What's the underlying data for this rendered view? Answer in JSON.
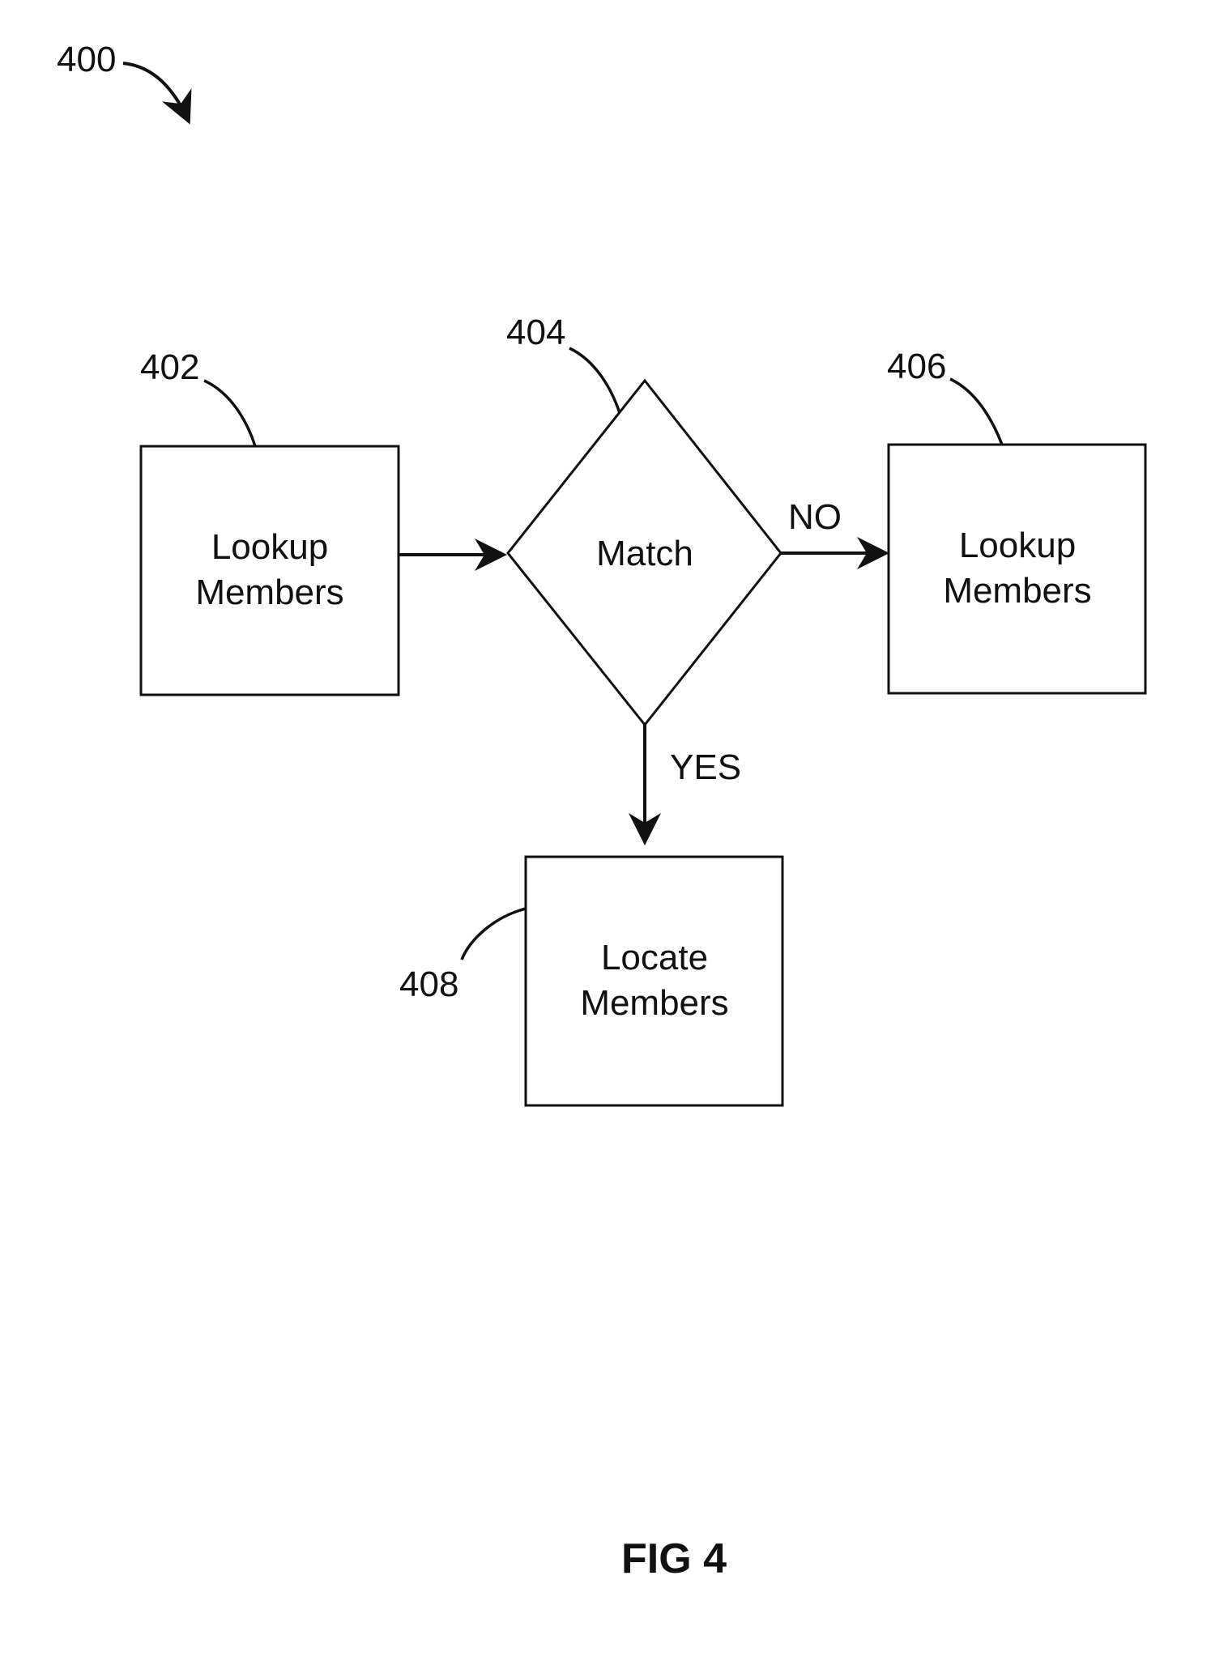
{
  "figure": {
    "ref": "400",
    "caption": "FIG 4"
  },
  "nodes": {
    "n402": {
      "ref": "402",
      "line1": "Lookup",
      "line2": "Members"
    },
    "n404": {
      "ref": "404",
      "line1": "Match"
    },
    "n406": {
      "ref": "406",
      "line1": "Lookup",
      "line2": "Members"
    },
    "n408": {
      "ref": "408",
      "line1": "Locate",
      "line2": "Members"
    }
  },
  "edges": {
    "no_label": "NO",
    "yes_label": "YES"
  },
  "colors": {
    "stroke": "#111111",
    "background": "#ffffff"
  }
}
